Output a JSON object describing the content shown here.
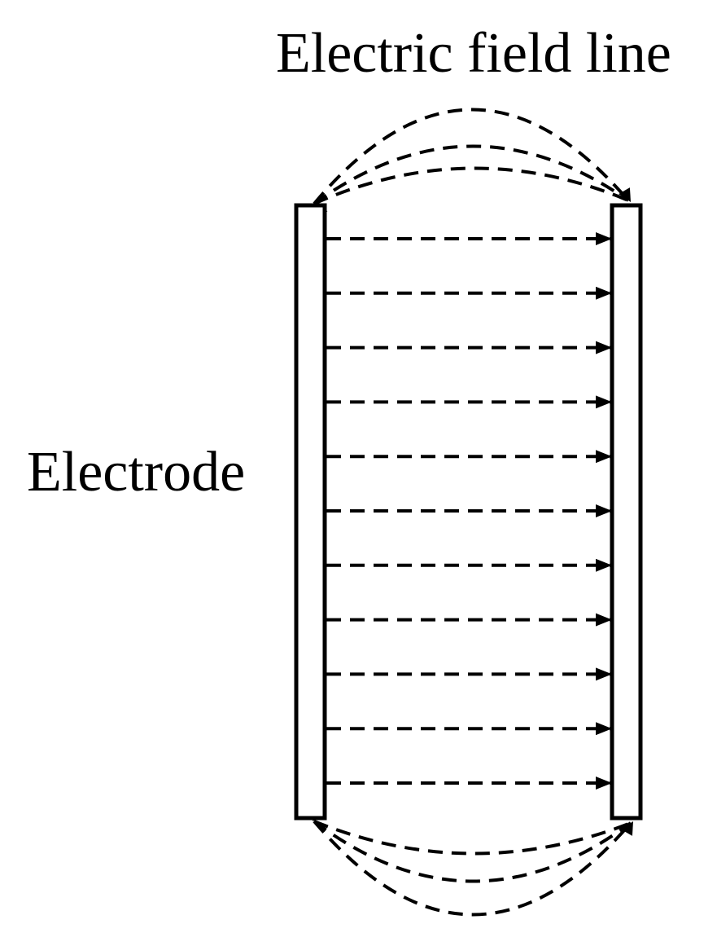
{
  "labels": {
    "field_line": "Electric field line",
    "electrode": "Electrode"
  },
  "colors": {
    "line": "#000000",
    "background": "#ffffff"
  },
  "field": {
    "straight_line_count": 11,
    "top_fringe_arc_count": 3,
    "bottom_fringe_arc_count": 3,
    "direction": "left electrode to right electrode",
    "style": "dashed"
  }
}
